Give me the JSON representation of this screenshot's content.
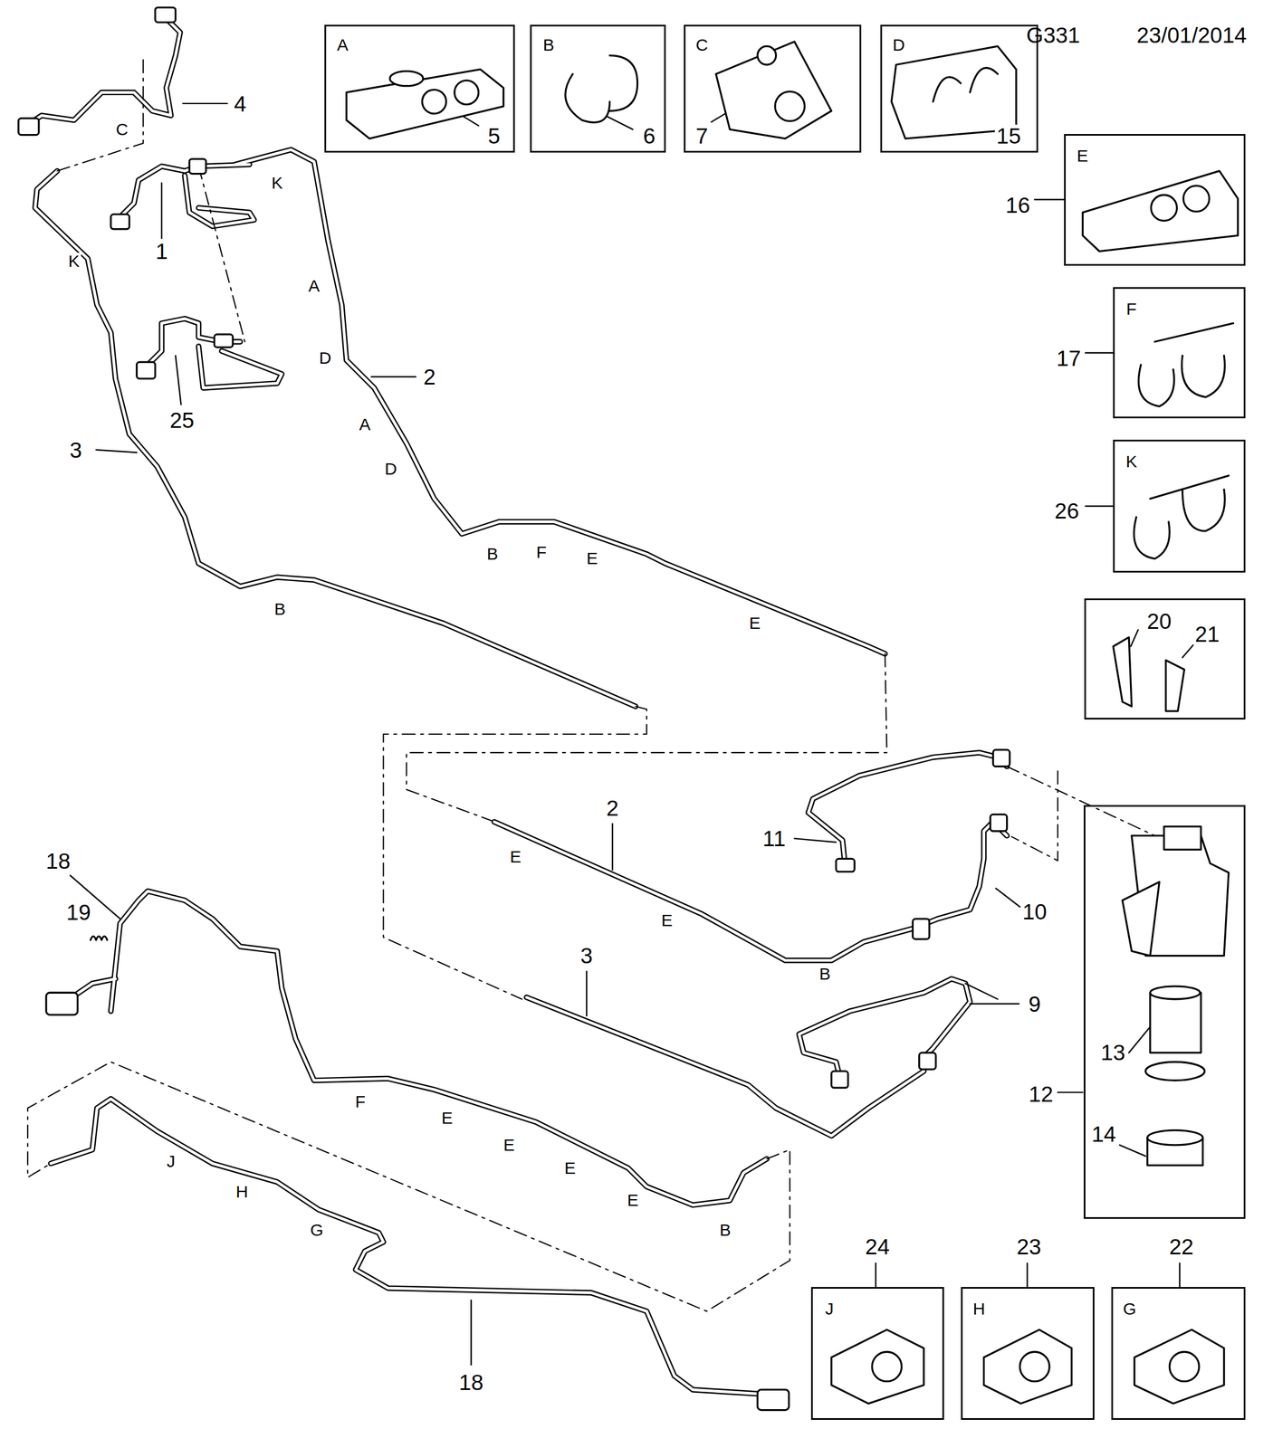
{
  "diagram": {
    "nodes": [
      {
        "text": [
          "A",
          "5"
        ]
      },
      {
        "text": [
          "B",
          "6"
        ]
      },
      {
        "text": [
          "C",
          "7"
        ]
      },
      {
        "text": [
          "D",
          "15"
        ]
      },
      {
        "text": [
          "16",
          "E"
        ]
      },
      {
        "text": [
          "17",
          "F"
        ]
      },
      {
        "text": [
          "26",
          "K"
        ]
      },
      {
        "text": [
          "20",
          "21"
        ]
      },
      {
        "text": [
          "12",
          "13",
          "14"
        ]
      },
      {
        "text": [
          "24",
          "J"
        ]
      },
      {
        "text": [
          "23",
          "H"
        ]
      },
      {
        "text": [
          "22",
          "G"
        ]
      }
    ],
    "labels": [
      "G331",
      "23/01/2014",
      "4",
      "C",
      "K",
      "1",
      "K",
      "A",
      "D",
      "2",
      "25",
      "3",
      "A",
      "D",
      "B",
      "F",
      "E",
      "B",
      "E",
      "2",
      "E",
      "11",
      "E",
      "10",
      "B",
      "3",
      "9",
      "18",
      "19",
      "F",
      "E",
      "E",
      "E",
      "E",
      "B",
      "J",
      "H",
      "G",
      "18"
    ]
  }
}
